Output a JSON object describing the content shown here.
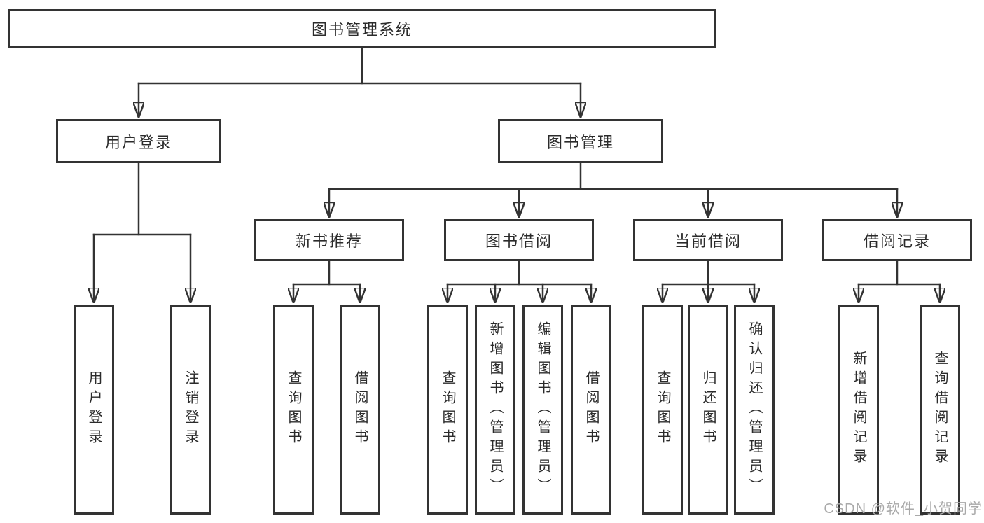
{
  "tree": {
    "label": "图书管理系统",
    "children": [
      {
        "label": "用户登录",
        "children": [
          {
            "label": "用户登录"
          },
          {
            "label": "注销登录"
          }
        ]
      },
      {
        "label": "图书管理",
        "children": [
          {
            "label": "新书推荐",
            "children": [
              {
                "label": "查询图书"
              },
              {
                "label": "借阅图书"
              }
            ]
          },
          {
            "label": "图书借阅",
            "children": [
              {
                "label": "查询图书"
              },
              {
                "label": "新增图书（管理员）"
              },
              {
                "label": "编辑图书（管理员）"
              },
              {
                "label": "借阅图书"
              }
            ]
          },
          {
            "label": "当前借阅",
            "children": [
              {
                "label": "查询图书"
              },
              {
                "label": "归还图书"
              },
              {
                "label": "确认归还（管理员）"
              }
            ]
          },
          {
            "label": "借阅记录",
            "children": [
              {
                "label": "新增借阅记录"
              },
              {
                "label": "查询借阅记录"
              }
            ]
          }
        ]
      }
    ]
  },
  "watermark": {
    "text": "CSDN @软件_小贺同学"
  },
  "colors": {
    "background": "#ffffff",
    "line": "#333333",
    "box_border": "#333333",
    "text": "#2b2b2b",
    "arrowhead": "#2f2f2f",
    "watermark": "#a9a9a9"
  }
}
